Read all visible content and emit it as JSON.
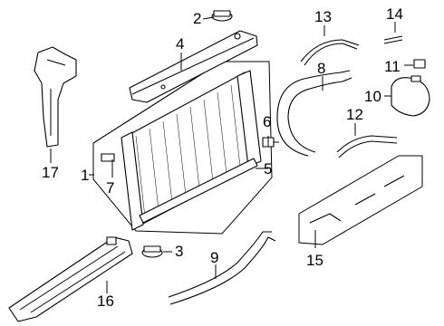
{
  "diagram": {
    "callouts": [
      "1",
      "2",
      "3",
      "4",
      "5",
      "6",
      "7",
      "8",
      "9",
      "10",
      "11",
      "12",
      "13",
      "14",
      "15",
      "16",
      "17"
    ]
  },
  "colors": {
    "line": "#000000",
    "background": "#ffffff"
  }
}
